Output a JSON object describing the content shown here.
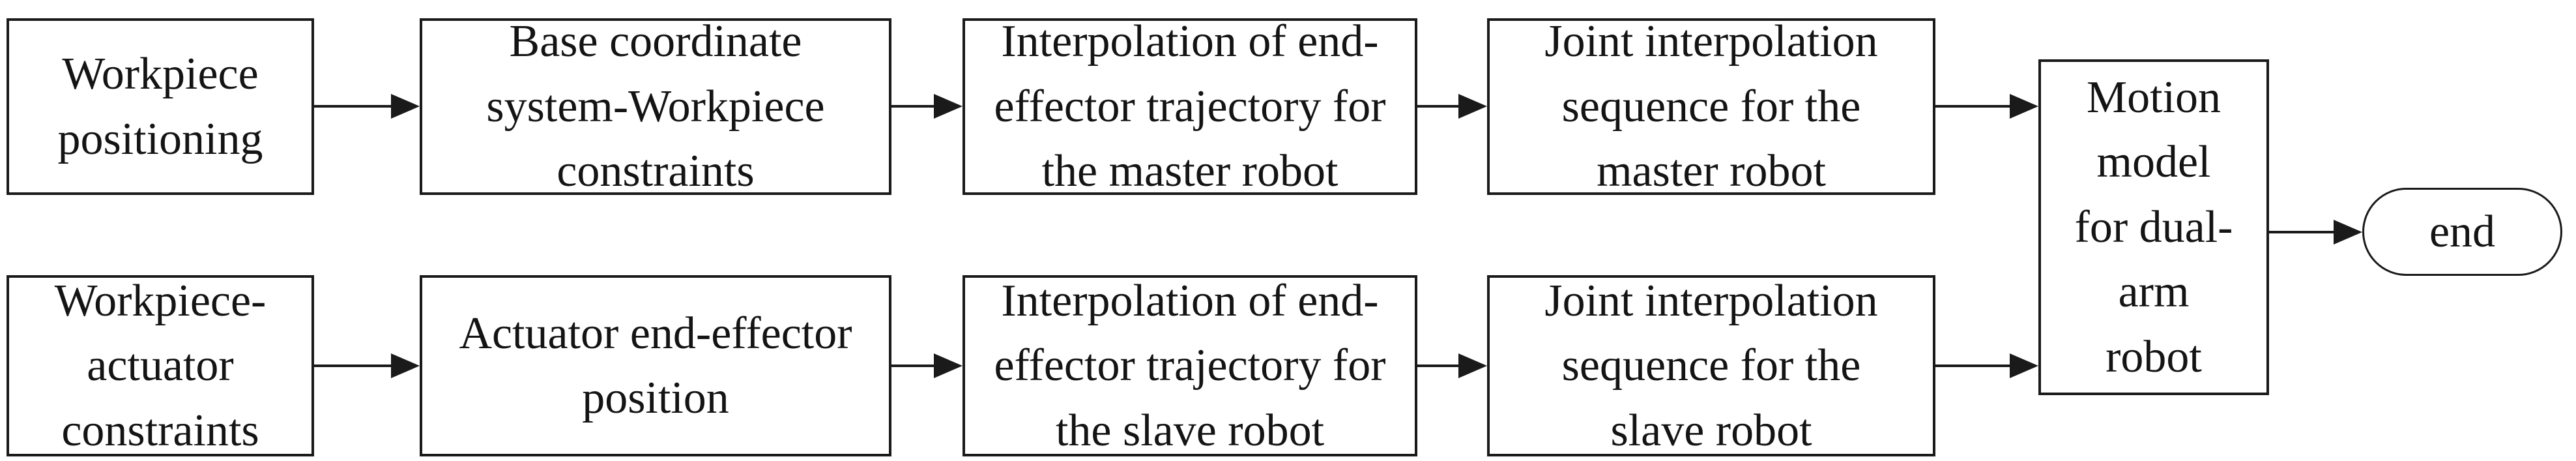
{
  "diagram": {
    "title": "Dual-arm robot motion planning flowchart",
    "background_color": "#ffffff",
    "line_color": "#1a1a1a",
    "nodes": [
      {
        "id": "workpiece-positioning",
        "type": "process",
        "label": "Workpiece\npositioning"
      },
      {
        "id": "base-coordinate-constraints",
        "type": "process",
        "label": "Base coordinate\nsystem-Workpiece\nconstraints"
      },
      {
        "id": "interp-master",
        "type": "process",
        "label": "Interpolation of end-\neffector trajectory for\nthe master robot"
      },
      {
        "id": "joint-interp-master",
        "type": "process",
        "label": "Joint interpolation\nsequence for the\nmaster robot"
      },
      {
        "id": "motion-model",
        "type": "process",
        "label": "Motion\nmodel\nfor dual-\narm\nrobot"
      },
      {
        "id": "end",
        "type": "terminator",
        "label": "end"
      },
      {
        "id": "workpiece-actuator-constraints",
        "type": "process",
        "label": "Workpiece-\nactuator\nconstraints"
      },
      {
        "id": "actuator-end-effector-position",
        "type": "process",
        "label": "Actuator end-effector\nposition"
      },
      {
        "id": "interp-slave",
        "type": "process",
        "label": "Interpolation of end-\neffector trajectory for\nthe slave robot"
      },
      {
        "id": "joint-interp-slave",
        "type": "process",
        "label": "Joint interpolation\nsequence for the\nslave robot"
      }
    ],
    "edges": [
      {
        "from": "workpiece-positioning",
        "to": "base-coordinate-constraints"
      },
      {
        "from": "base-coordinate-constraints",
        "to": "interp-master"
      },
      {
        "from": "interp-master",
        "to": "joint-interp-master"
      },
      {
        "from": "joint-interp-master",
        "to": "motion-model"
      },
      {
        "from": "workpiece-actuator-constraints",
        "to": "actuator-end-effector-position"
      },
      {
        "from": "actuator-end-effector-position",
        "to": "interp-slave"
      },
      {
        "from": "interp-slave",
        "to": "joint-interp-slave"
      },
      {
        "from": "joint-interp-slave",
        "to": "motion-model"
      },
      {
        "from": "motion-model",
        "to": "end"
      }
    ]
  }
}
